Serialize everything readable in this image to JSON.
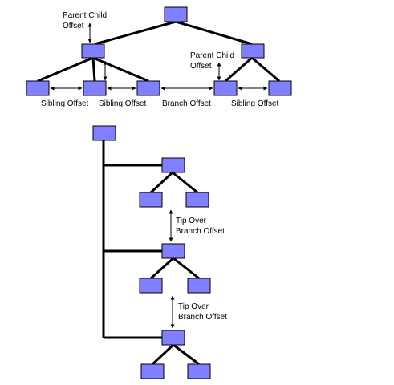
{
  "colors": {
    "node_fill": "#7f7fff",
    "node_stroke": "#000000",
    "line": "#000000",
    "background": "#ffffff"
  },
  "top_diagram": {
    "parent_child_offset_label": [
      "Parent Child",
      "Offset"
    ],
    "parent_child_offset_label_2": [
      "Parent Child",
      "Offset"
    ],
    "sibling_offset_label": "Sibling Offset",
    "sibling_offset_label_2": "Sibling Offset",
    "branch_offset_label": "Branch Offset",
    "sibling_offset_label_3": "Sibling Offset"
  },
  "bottom_diagram": {
    "tip_over_label_1": [
      "Tip Over",
      "Branch Offset"
    ],
    "tip_over_label_2": [
      "Tip Over",
      "Branch Offset"
    ]
  }
}
